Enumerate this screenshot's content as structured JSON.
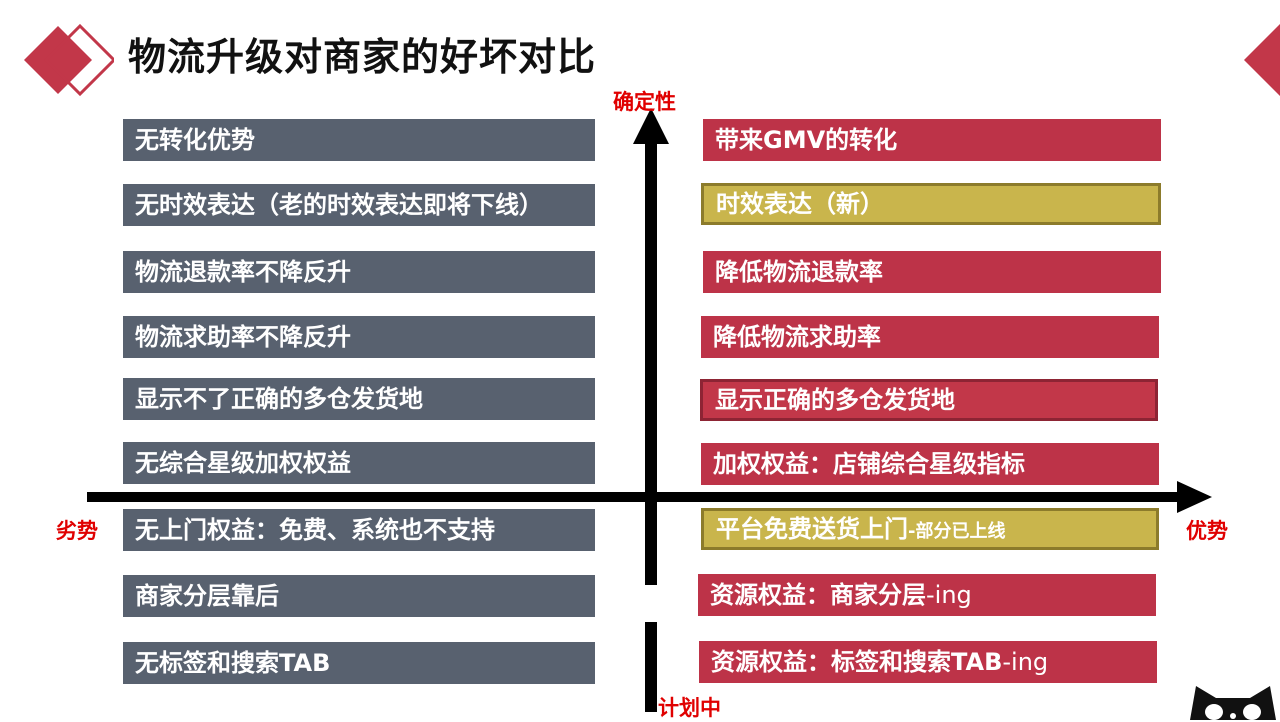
{
  "title": "物流升级对商家的好坏对比",
  "axis": {
    "y_top": "确定性",
    "y_bottom": "计划中",
    "x_left": "劣势",
    "x_right": "优势"
  },
  "left_items": [
    "无转化优势",
    "无时效表达（老的时效表达即将下线）",
    "物流退款率不降反升",
    "物流求助率不降反升",
    "显示不了正确的多仓发货地",
    "无综合星级加权权益",
    "无上门权益：免费、系统也不支持",
    "商家分层靠后",
    "无标签和搜索TAB"
  ],
  "right_items": [
    {
      "text": "带来GMV的转化"
    },
    {
      "text": "时效表达（新）"
    },
    {
      "text": "降低物流退款率"
    },
    {
      "text": "降低物流求助率"
    },
    {
      "text": "显示正确的多仓发货地"
    },
    {
      "text": "加权权益：店铺综合星级指标"
    },
    {
      "text": "平台免费送货上门",
      "suffix": "-部分已上线"
    },
    {
      "text": "资源权益：商家分层",
      "suffix": "-ing"
    },
    {
      "text": "资源权益：标签和搜索TAB",
      "suffix": "-ing"
    }
  ],
  "colors": {
    "left_bar": "#58616f",
    "right_bar": "#bd3348",
    "gold_bar": "#c9b54c",
    "axis_label": "#e00000",
    "logo": "#c23749"
  }
}
